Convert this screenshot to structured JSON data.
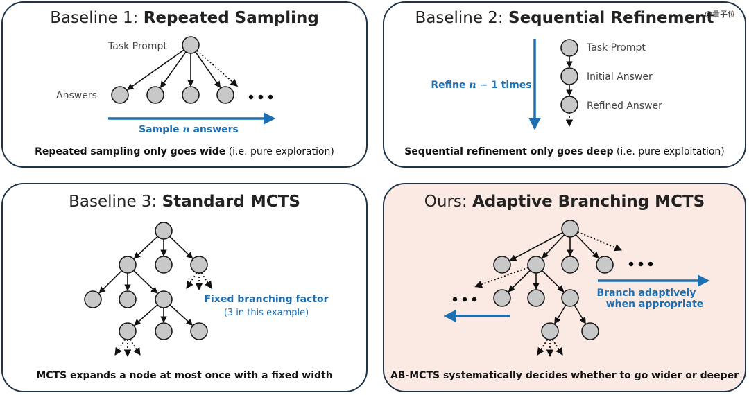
{
  "watermark": "@量子位",
  "panels": {
    "p1": {
      "prefix": "Baseline 1: ",
      "name": "Repeated Sampling",
      "task_prompt": "Task Prompt",
      "answers": "Answers",
      "arrow_label_a": "Sample ",
      "arrow_label_n": "n",
      "arrow_label_b": " answers",
      "caption_bold": "Repeated sampling only goes wide",
      "caption_rest": " (i.e. pure exploration)"
    },
    "p2": {
      "prefix": "Baseline 2: ",
      "name": "Sequential Refinement",
      "arrow_label_a": "Refine ",
      "arrow_label_n": "n",
      "arrow_label_b": " − 1 times",
      "node1": "Task Prompt",
      "node2": "Initial Answer",
      "node3": "Refined Answer",
      "caption_bold": "Sequential refinement only goes deep",
      "caption_rest": " (i.e. pure exploitation)"
    },
    "p3": {
      "prefix": "Baseline 3: ",
      "name": "Standard MCTS",
      "note_bold": "Fixed branching factor",
      "note_sub": "(3 in this example)",
      "caption_bold": "MCTS expands a node at most once with a fixed width"
    },
    "p4": {
      "prefix": "Ours: ",
      "name": "Adaptive Branching MCTS",
      "note_line1": "Branch adaptively",
      "note_line2": "when appropriate",
      "caption_bold": "AB-MCTS systematically decides whether to go wider or deeper"
    }
  },
  "colors": {
    "node_fill": "#c8c8c8",
    "node_stroke": "#1a1a1a",
    "accent_blue": "#1d6fb2",
    "ours_bg": "#fbe9e4",
    "panel_border": "#1f3447"
  }
}
